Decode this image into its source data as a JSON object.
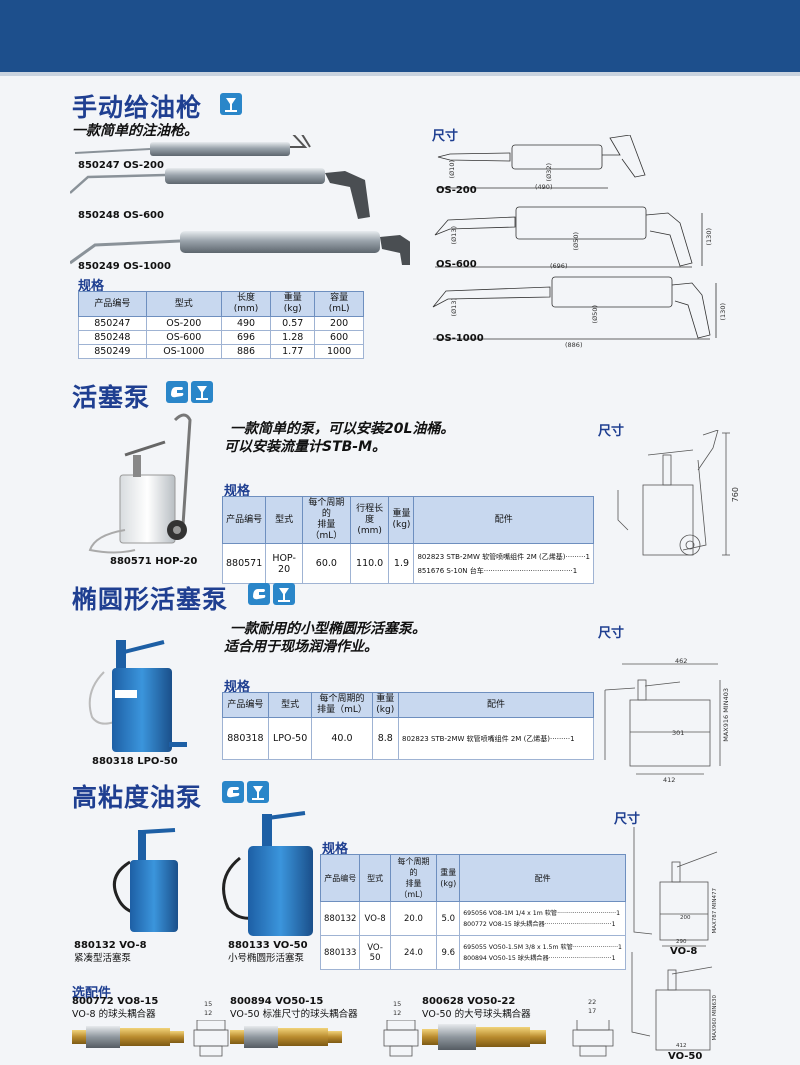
{
  "sec1": {
    "title": "手动给油枪",
    "subtitle": "一款简单的注油枪。",
    "items": [
      "850247 OS-200",
      "850248 OS-600",
      "850249 OS-1000"
    ],
    "spec_label": "规格",
    "dims_label": "尺寸",
    "table_headers": [
      "产品编号",
      "型式",
      "长度\n(mm)",
      "重量\n(kg)",
      "容量\n(mL)"
    ],
    "table_rows": [
      [
        "850247",
        "OS-200",
        "490",
        "0.57",
        "200"
      ],
      [
        "850248",
        "OS-600",
        "696",
        "1.28",
        "600"
      ],
      [
        "850249",
        "OS-1000",
        "886",
        "1.77",
        "1000"
      ]
    ],
    "dims": [
      {
        "model": "OS-200",
        "length": "(490)",
        "d1": "(Ø10)",
        "d2": "(Ø32)"
      },
      {
        "model": "OS-600",
        "length": "(696)",
        "d1": "(Ø13)",
        "d2": "(Ø50)",
        "h": "(130)"
      },
      {
        "model": "OS-1000",
        "length": "(886)",
        "d1": "(Ø13)",
        "d2": "(Ø50)",
        "h": "(130)"
      }
    ]
  },
  "sec2": {
    "title": "活塞泵",
    "subtitle1": "一款简单的泵，可以安装20L油桶。",
    "subtitle2": "可以安装流量计STB-M。",
    "dims_label": "尺寸",
    "spec_label": "规格",
    "product": "880571 HOP-20",
    "table_headers": [
      "产品编号",
      "型式",
      "每个周期的\n排量（mL）",
      "行程长度\n(mm)",
      "重量\n(kg)",
      "配件"
    ],
    "row": [
      "880571",
      "HOP-20",
      "60.0",
      "110.0",
      "1.9"
    ],
    "acc": [
      "802823 STB-2MW 软管喷嘴组件 2M (乙烯基)·········1",
      "851676 S-10N 台车········································1"
    ],
    "height": "760"
  },
  "sec3": {
    "title": "椭圆形活塞泵",
    "subtitle1": "一款耐用的小型椭圆形活塞泵。",
    "subtitle2": "适合用于现场润滑作业。",
    "dims_label": "尺寸",
    "spec_label": "规格",
    "product": "880318 LPO-50",
    "table_headers": [
      "产品编号",
      "型式",
      "每个周期的\n排量（mL）",
      "重量\n(kg)",
      "配件"
    ],
    "row": [
      "880318",
      "LPO-50",
      "40.0",
      "8.8"
    ],
    "acc": "802823 STB-2MW 软管喷嘴组件 2M (乙烯基)·········1",
    "dim_top": "462",
    "dim_mid": "301",
    "dim_bottom": "412",
    "dim_side": "MAX916 MIN403"
  },
  "sec4": {
    "title": "高粘度油泵",
    "dims_label": "尺寸",
    "spec_label": "规格",
    "product1": "880132 VO-8",
    "product1_desc": "紧凑型活塞泵",
    "product2": "880133 VO-50",
    "product2_desc": "小号椭圆形活塞泵",
    "table_headers": [
      "产品编号",
      "型式",
      "每个周期的\n排量（mL）",
      "重量\n(kg)",
      "配件"
    ],
    "rows": [
      {
        "cells": [
          "880132",
          "VO-8",
          "20.0",
          "5.0"
        ],
        "acc": [
          "695056 VO8-1M 1/4 x 1m 软管······························1",
          "800772 VO8-15 球头耦合器··································1"
        ]
      },
      {
        "cells": [
          "880133",
          "VO-50",
          "24.0",
          "9.6"
        ],
        "acc": [
          "695055 VO50-1.5M 3/8 x 1.5m 软管·······················1",
          "800894 VO50-15 球头耦合器································1"
        ]
      }
    ],
    "model_vo8": "VO-8",
    "model_vo50": "VO-50",
    "dim_vo8": [
      "MAX787 MIN477",
      "200",
      "290"
    ],
    "dim_vo50": [
      "MAX960 MIN630",
      "412"
    ]
  },
  "parts": {
    "label": "选配件",
    "items": [
      {
        "code": "800772 VO8-15",
        "desc": "VO-8 的球头耦合器",
        "d1": "15",
        "d2": "12"
      },
      {
        "code": "800894 VO50-15",
        "desc": "VO-50 标准尺寸的球头耦合器",
        "d1": "15",
        "d2": "12"
      },
      {
        "code": "800628 VO50-22",
        "desc": "VO-50 的大号球头耦合器",
        "d1": "22",
        "d2": "17"
      }
    ]
  },
  "colors": {
    "header": "#1d4f8c",
    "title": "#1f3f91",
    "pump_blue": "#2c7fc6"
  }
}
